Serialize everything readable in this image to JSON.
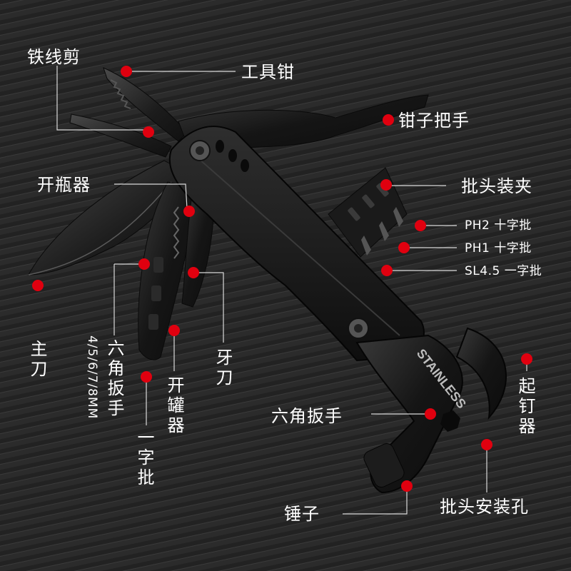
{
  "colors": {
    "background": "#2a2a2a",
    "dot": "#e0000f",
    "leader": "#d9d9d9",
    "tool": "#161616"
  },
  "stamp": "STAINLESS",
  "labels": {
    "wire_cutter": "铁线剪",
    "pliers": "工具钳",
    "plier_handle": "钳子把手",
    "bottle_opener": "开瓶器",
    "bit_holder": "批头装夹",
    "ph2": "PH2 十字批",
    "ph1": "PH1 十字批",
    "sl45": "SL4.5 一字批",
    "main_blade": "主刀",
    "hex_wrench_tool": "六角扳手",
    "hex_sizes": "4/5/6/7/8MM",
    "flat_screwdriver": "一字批",
    "can_opener": "开罐器",
    "saw_blade": "牙刀",
    "hex_wrench_head": "六角扳手",
    "nail_puller": "起钉器",
    "bit_hole": "批头安装孔",
    "hammer": "锤子"
  }
}
